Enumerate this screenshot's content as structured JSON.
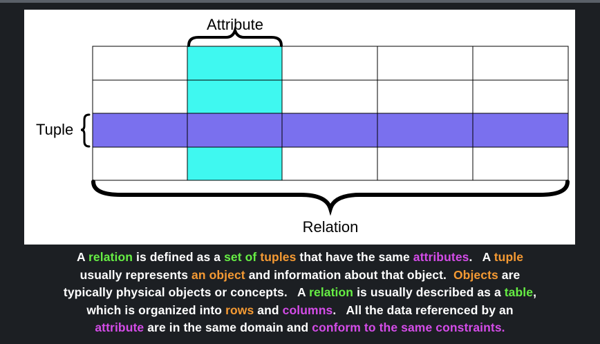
{
  "diagram": {
    "attribute_label": "Attribute",
    "tuple_label": "Tuple",
    "relation_label": "Relation",
    "colors": {
      "attribute_column": "#3ff8f0",
      "tuple_row": "#7a70ee",
      "grid_line": "#000000"
    },
    "table": {
      "rows": 4,
      "columns": 5,
      "highlighted_column": 2,
      "highlighted_row": 3
    }
  },
  "caption": {
    "colors": {
      "white": "#ffffff",
      "green": "#66ee44",
      "orange": "#f59a33",
      "magenta": "#d44ce8"
    },
    "lines": [
      [
        {
          "text": "A ",
          "color": "white"
        },
        {
          "text": "relation",
          "color": "green"
        },
        {
          "text": " is defined as a ",
          "color": "white"
        },
        {
          "text": "set of",
          "color": "green"
        },
        {
          "text": " ",
          "color": "white"
        },
        {
          "text": "tuples",
          "color": "orange"
        },
        {
          "text": " that have the same ",
          "color": "white"
        },
        {
          "text": "attributes",
          "color": "magenta"
        },
        {
          "text": ".   A ",
          "color": "white"
        },
        {
          "text": "tuple",
          "color": "orange"
        }
      ],
      [
        {
          "text": "usually represents ",
          "color": "white"
        },
        {
          "text": "an object",
          "color": "orange"
        },
        {
          "text": " and information about that object.  ",
          "color": "white"
        },
        {
          "text": "Objects",
          "color": "orange"
        },
        {
          "text": " are",
          "color": "white"
        }
      ],
      [
        {
          "text": "typically physical objects or concepts.   A ",
          "color": "white"
        },
        {
          "text": "relation",
          "color": "green"
        },
        {
          "text": " is usually described as a ",
          "color": "white"
        },
        {
          "text": "table",
          "color": "green"
        },
        {
          "text": ",",
          "color": "white"
        }
      ],
      [
        {
          "text": "which is organized into ",
          "color": "white"
        },
        {
          "text": "rows",
          "color": "orange"
        },
        {
          "text": " and ",
          "color": "white"
        },
        {
          "text": "columns",
          "color": "magenta"
        },
        {
          "text": ".   All the data referenced by an",
          "color": "white"
        }
      ],
      [
        {
          "text": "attribute",
          "color": "magenta"
        },
        {
          "text": " are in the same domain and ",
          "color": "white"
        },
        {
          "text": "conform to the same constraints.",
          "color": "magenta"
        }
      ]
    ]
  }
}
